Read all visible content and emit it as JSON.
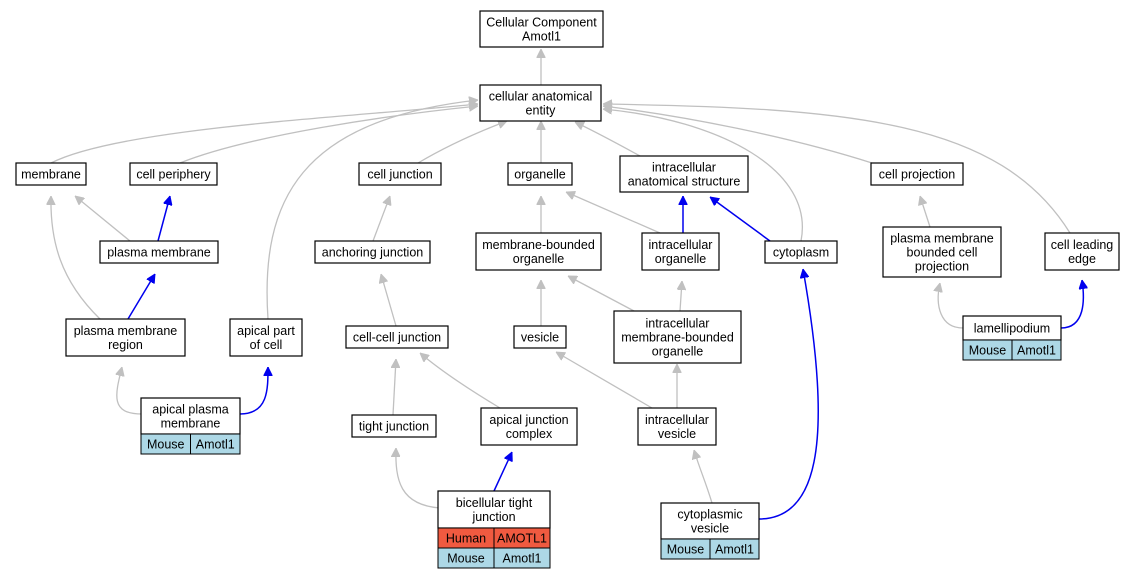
{
  "colors": {
    "gray_edge": "#c0c0c0",
    "blue_edge": "#0000ee",
    "mouse": "#add8e6",
    "human": "#f05a40"
  },
  "nodes": {
    "root": {
      "lines": [
        "Cellular Component",
        "Amotl1"
      ]
    },
    "cae": {
      "lines": [
        "cellular anatomical",
        "entity"
      ]
    },
    "membrane": {
      "lines": [
        "membrane"
      ]
    },
    "cell_periphery": {
      "lines": [
        "cell periphery"
      ]
    },
    "cell_junction": {
      "lines": [
        "cell junction"
      ]
    },
    "organelle": {
      "lines": [
        "organelle"
      ]
    },
    "ias": {
      "lines": [
        "intracellular",
        "anatomical structure"
      ]
    },
    "cell_projection": {
      "lines": [
        "cell projection"
      ]
    },
    "plasma_membrane": {
      "lines": [
        "plasma membrane"
      ]
    },
    "anchoring_junction": {
      "lines": [
        "anchoring junction"
      ]
    },
    "mbo": {
      "lines": [
        "membrane-bounded",
        "organelle"
      ]
    },
    "intra_organelle": {
      "lines": [
        "intracellular",
        "organelle"
      ]
    },
    "cytoplasm": {
      "lines": [
        "cytoplasm"
      ]
    },
    "pmbcp": {
      "lines": [
        "plasma membrane",
        "bounded cell",
        "projection"
      ]
    },
    "cell_leading_edge": {
      "lines": [
        "cell leading",
        "edge"
      ]
    },
    "pmr": {
      "lines": [
        "plasma membrane",
        "region"
      ]
    },
    "apical_part": {
      "lines": [
        "apical part",
        "of cell"
      ]
    },
    "cell_cell_junction": {
      "lines": [
        "cell-cell junction"
      ]
    },
    "vesicle": {
      "lines": [
        "vesicle"
      ]
    },
    "imbo": {
      "lines": [
        "intracellular",
        "membrane-bounded",
        "organelle"
      ]
    },
    "lamellipodium": {
      "lines": [
        "lamellipodium"
      ],
      "annotations": [
        [
          "Mouse",
          "Amotl1"
        ]
      ]
    },
    "apical_pm": {
      "lines": [
        "apical plasma",
        "membrane"
      ],
      "annotations": [
        [
          "Mouse",
          "Amotl1"
        ]
      ]
    },
    "tight_junction": {
      "lines": [
        "tight junction"
      ]
    },
    "ajc": {
      "lines": [
        "apical junction",
        "complex"
      ]
    },
    "intra_vesicle": {
      "lines": [
        "intracellular",
        "vesicle"
      ]
    },
    "btj": {
      "lines": [
        "bicellular tight",
        "junction"
      ],
      "annotations": [
        [
          "Human",
          "AMOTL1"
        ],
        [
          "Mouse",
          "Amotl1"
        ]
      ]
    },
    "cyto_vesicle": {
      "lines": [
        "cytoplasmic",
        "vesicle"
      ],
      "annotations": [
        [
          "Mouse",
          "Amotl1"
        ]
      ]
    }
  },
  "edges": [
    {
      "from": "cae",
      "to": "root",
      "type": "gray"
    },
    {
      "from": "membrane",
      "to": "cae",
      "type": "gray"
    },
    {
      "from": "cell_periphery",
      "to": "cae",
      "type": "gray"
    },
    {
      "from": "cell_junction",
      "to": "cae",
      "type": "gray"
    },
    {
      "from": "organelle",
      "to": "cae",
      "type": "gray"
    },
    {
      "from": "ias",
      "to": "cae",
      "type": "gray"
    },
    {
      "from": "cell_projection",
      "to": "cae",
      "type": "gray"
    },
    {
      "from": "cell_leading_edge",
      "to": "cae",
      "type": "gray"
    },
    {
      "from": "cytoplasm",
      "to": "cae",
      "type": "gray"
    },
    {
      "from": "apical_part",
      "to": "cae",
      "type": "gray"
    },
    {
      "from": "plasma_membrane",
      "to": "membrane",
      "type": "gray"
    },
    {
      "from": "plasma_membrane",
      "to": "cell_periphery",
      "type": "blue"
    },
    {
      "from": "pmr",
      "to": "membrane",
      "type": "gray"
    },
    {
      "from": "pmr",
      "to": "plasma_membrane",
      "type": "blue"
    },
    {
      "from": "apical_pm",
      "to": "pmr",
      "type": "gray"
    },
    {
      "from": "apical_pm",
      "to": "apical_part",
      "type": "blue"
    },
    {
      "from": "anchoring_junction",
      "to": "cell_junction",
      "type": "gray"
    },
    {
      "from": "cell_cell_junction",
      "to": "anchoring_junction",
      "type": "gray"
    },
    {
      "from": "tight_junction",
      "to": "cell_cell_junction",
      "type": "gray"
    },
    {
      "from": "ajc",
      "to": "cell_cell_junction",
      "type": "gray"
    },
    {
      "from": "btj",
      "to": "tight_junction",
      "type": "gray"
    },
    {
      "from": "btj",
      "to": "ajc",
      "type": "blue"
    },
    {
      "from": "mbo",
      "to": "organelle",
      "type": "gray"
    },
    {
      "from": "intra_organelle",
      "to": "organelle",
      "type": "gray"
    },
    {
      "from": "intra_organelle",
      "to": "ias",
      "type": "blue"
    },
    {
      "from": "cytoplasm",
      "to": "ias",
      "type": "blue"
    },
    {
      "from": "vesicle",
      "to": "mbo",
      "type": "gray"
    },
    {
      "from": "imbo",
      "to": "mbo",
      "type": "gray"
    },
    {
      "from": "imbo",
      "to": "intra_organelle",
      "type": "gray"
    },
    {
      "from": "intra_vesicle",
      "to": "vesicle",
      "type": "gray"
    },
    {
      "from": "intra_vesicle",
      "to": "imbo",
      "type": "gray"
    },
    {
      "from": "cyto_vesicle",
      "to": "intra_vesicle",
      "type": "gray"
    },
    {
      "from": "cyto_vesicle",
      "to": "cytoplasm",
      "type": "blue"
    },
    {
      "from": "pmbcp",
      "to": "cell_projection",
      "type": "gray"
    },
    {
      "from": "lamellipodium",
      "to": "pmbcp",
      "type": "gray"
    },
    {
      "from": "lamellipodium",
      "to": "cell_leading_edge",
      "type": "blue"
    }
  ]
}
